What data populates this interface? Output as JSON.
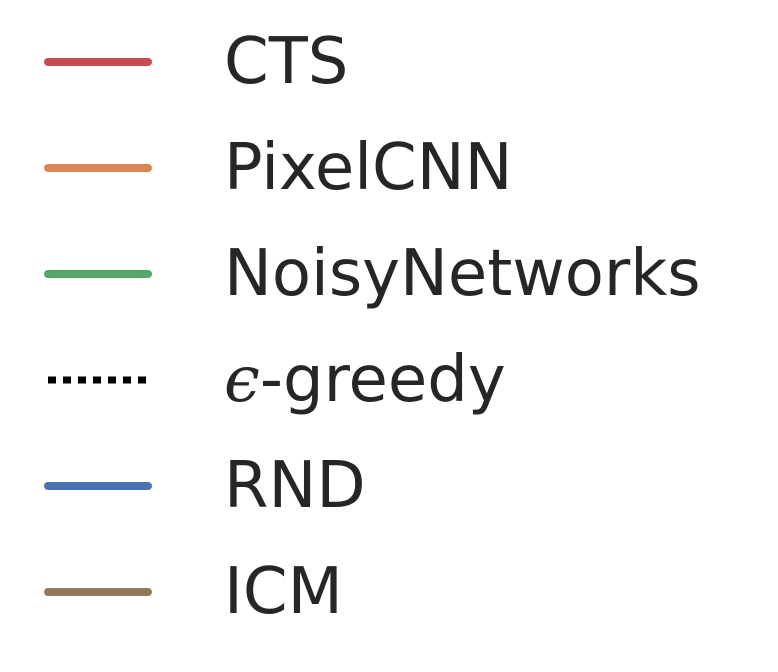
{
  "chart_data": {
    "type": "line",
    "legend": {
      "placement": "standalone",
      "entries": [
        {
          "prefix": "",
          "label": "CTS",
          "color": "#c44e52",
          "style": "solid"
        },
        {
          "prefix": "",
          "label": "PixelCNN",
          "color": "#dd8452",
          "style": "solid"
        },
        {
          "prefix": "",
          "label": "NoisyNetworks",
          "color": "#55a868",
          "style": "solid"
        },
        {
          "prefix": "ϵ",
          "label": "-greedy",
          "color": "#000000",
          "style": "dotted"
        },
        {
          "prefix": "",
          "label": "RND",
          "color": "#4c72b0",
          "style": "solid"
        },
        {
          "prefix": "",
          "label": "ICM",
          "color": "#937860",
          "style": "solid"
        }
      ]
    }
  }
}
